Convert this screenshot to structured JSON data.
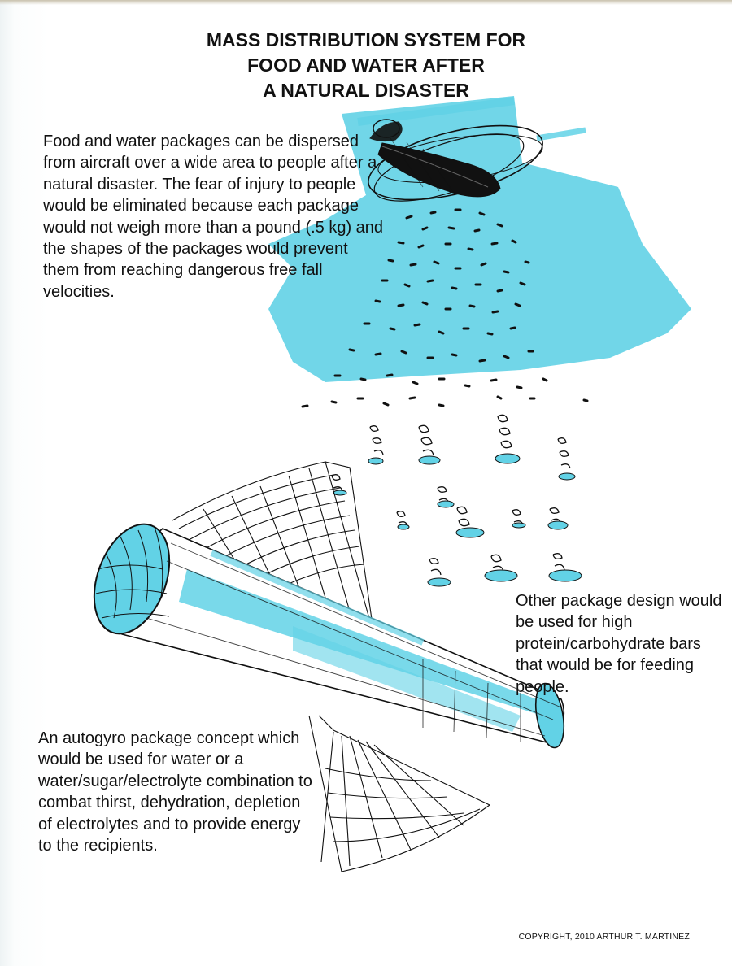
{
  "title": {
    "line1": "MASS DISTRIBUTION SYSTEM FOR",
    "line2": "FOOD AND WATER AFTER",
    "line3": "A NATURAL DISASTER"
  },
  "paragraphs": {
    "intro": "Food and water packages can be dispersed from aircraft over a wide area to people after a natural disaster. The fear of injury to people would be eliminated because each package would not weigh more than a pound (.5 kg) and the shapes of the packages would prevent them from reaching dangerous free fall velocities.",
    "bars": "Other package design would be used for high protein/carbohydrate bars that would be for feeding people.",
    "autogyro": "An autogyro package concept which would be used for water or a water/sugar/electrolyte combination to combat thirst, dehydration, depletion of electrolytes and to provide energy to the recipients."
  },
  "copyright": "COPYRIGHT, 2010 ARTHUR T. MARTINEZ",
  "colors": {
    "marker_blue": "#62d2e6",
    "ink": "#111111"
  },
  "icons": [
    "helicopter-icon",
    "autogyro-package-icon",
    "falling-package-icon"
  ]
}
